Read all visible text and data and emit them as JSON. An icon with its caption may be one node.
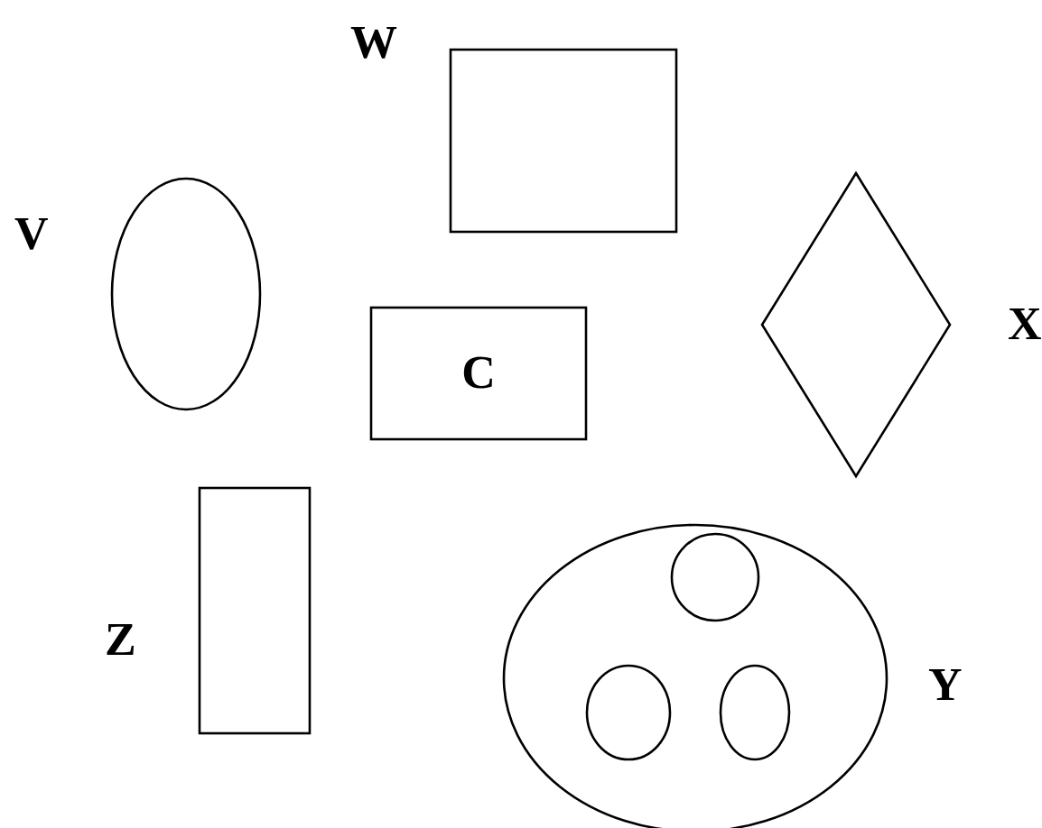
{
  "diagram": {
    "nodes": [
      {
        "text": [],
        "shape": "box",
        "beside": [
          "W"
        ]
      },
      {
        "text": [],
        "shape": "ellipse",
        "beside": [
          "V"
        ]
      },
      {
        "text": [],
        "shape": "diamond",
        "beside": [
          "X"
        ]
      },
      {
        "text": [
          "C"
        ]
      },
      {
        "text": [],
        "shape": "box",
        "beside": [
          "Z"
        ]
      },
      {
        "text": [],
        "shape": "ellipse",
        "beside": [
          "Y"
        ]
      },
      {
        "text": [],
        "shape": "circle",
        "in": 5
      },
      {
        "text": [],
        "shape": "circle",
        "in": 5
      },
      {
        "text": [],
        "shape": "circle",
        "in": 5
      }
    ],
    "edges": []
  }
}
